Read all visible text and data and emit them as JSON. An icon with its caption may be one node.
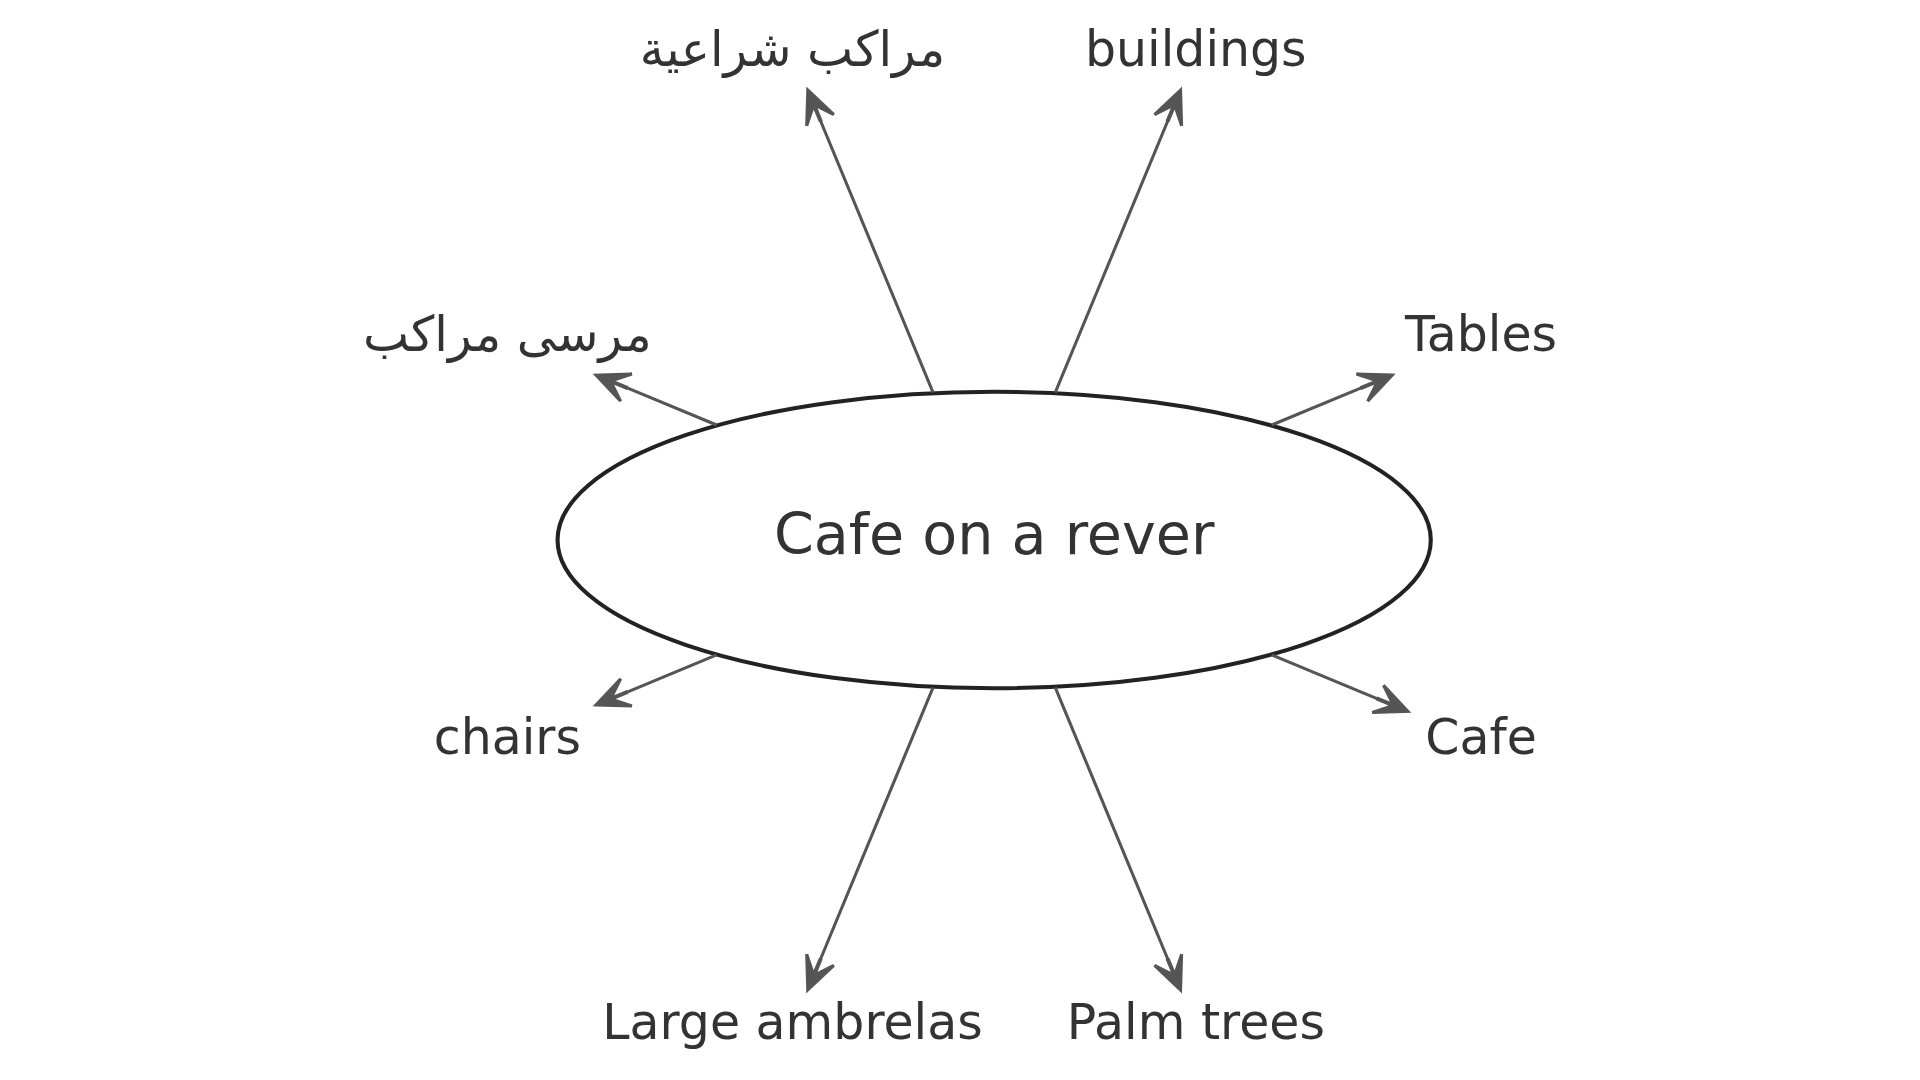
{
  "diagram": {
    "nodes": [
      {
        "text": [
          "Cafe on a rever"
        ]
      },
      {
        "text": [
          "Tables"
        ]
      },
      {
        "text": [
          "buildings"
        ]
      },
      {
        "text": [
          "مراكب شراعية"
        ]
      },
      {
        "text": [
          "مرسى مراكب"
        ]
      },
      {
        "text": [
          "chairs"
        ]
      },
      {
        "text": [
          "Large ambrelas"
        ]
      },
      {
        "text": [
          "Palm trees"
        ]
      },
      {
        "text": [
          "Cafe"
        ]
      }
    ],
    "edges": [
      {
        "from": 0,
        "to": 1,
        "arrow": "to"
      },
      {
        "from": 0,
        "to": 2,
        "arrow": "to"
      },
      {
        "from": 0,
        "to": 3,
        "arrow": "to"
      },
      {
        "from": 0,
        "to": 4,
        "arrow": "to"
      },
      {
        "from": 0,
        "to": 5,
        "arrow": "to"
      },
      {
        "from": 0,
        "to": 6,
        "arrow": "to"
      },
      {
        "from": 0,
        "to": 7,
        "arrow": "to"
      },
      {
        "from": 0,
        "to": 8,
        "arrow": "to"
      }
    ]
  }
}
